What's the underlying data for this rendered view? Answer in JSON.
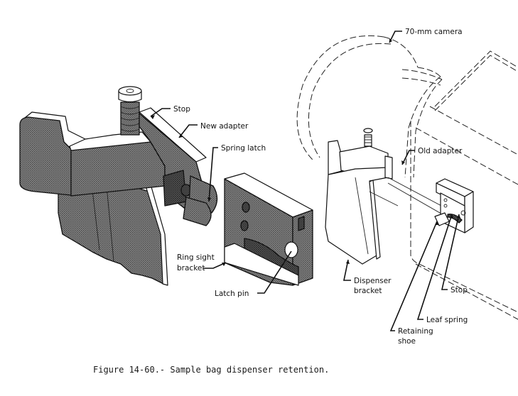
{
  "figure": {
    "caption": "Figure 14-60.- Sample bag dispenser retention.",
    "labels": {
      "stop_left": "Stop",
      "new_adapter": "New adapter",
      "spring_latch": "Spring latch",
      "ring_sight_bracket_line1": "Ring sight",
      "ring_sight_bracket_line2": "bracket",
      "latch_pin": "Latch pin",
      "camera": "70-mm camera",
      "old_adapter": "Old adapter",
      "dispenser_bracket_line1": "Dispenser",
      "dispenser_bracket_line2": "bracket",
      "stop_right": "Stop",
      "leaf_spring": "Leaf spring",
      "retaining_shoe_line1": "Retaining",
      "retaining_shoe_line2": "shoe"
    }
  }
}
